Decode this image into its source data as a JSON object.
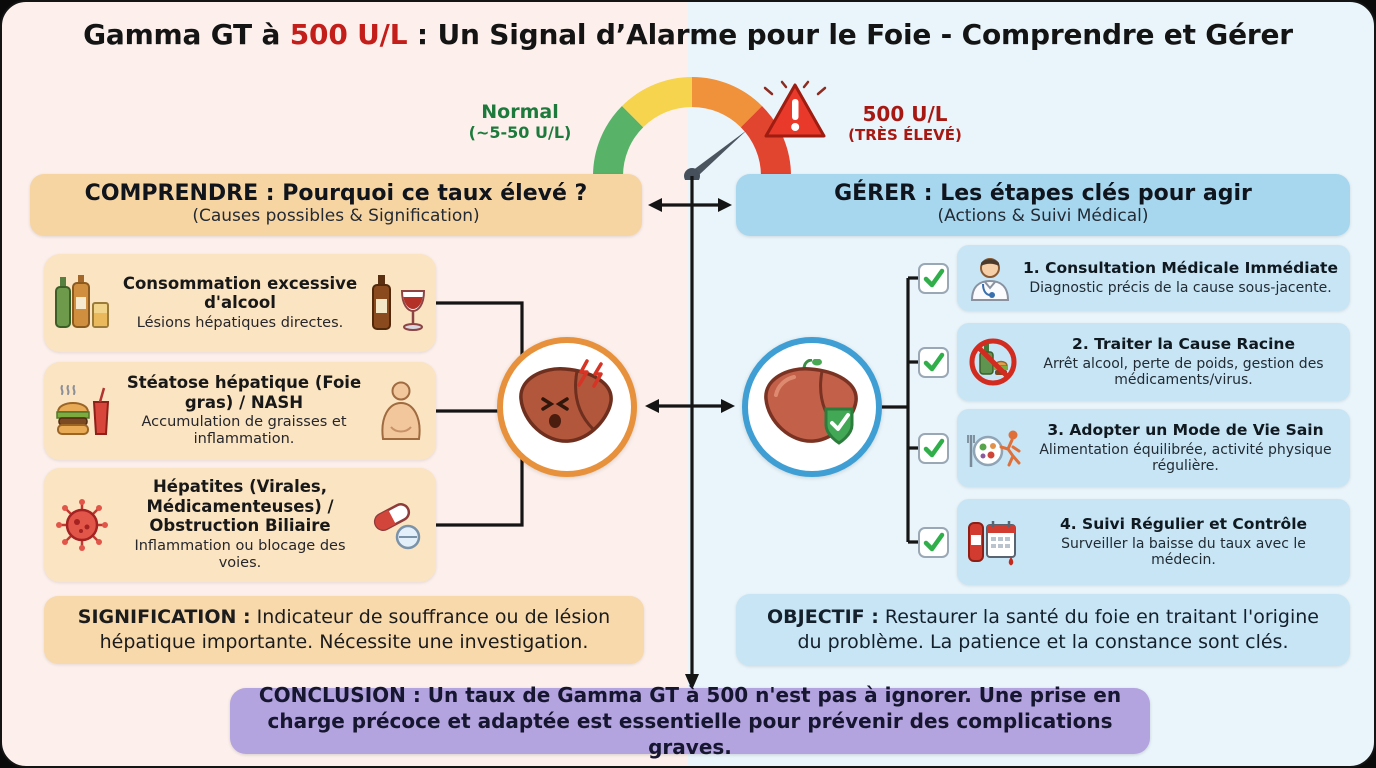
{
  "title": {
    "prefix": "Gamma GT à ",
    "highlight": "500 U/L",
    "suffix": " : Un Signal d’Alarme pour le Foie - Comprendre et Gérer"
  },
  "gauge": {
    "normal_label": "Normal",
    "normal_range": "(~5-50 U/L)",
    "alert_value": "500 U/L",
    "alert_status": "(TRÈS ÉLEVÉ)"
  },
  "comprendre": {
    "header_title": "COMPRENDRE : Pourquoi ce taux élevé ?",
    "header_subtitle": "(Causes possibles & Signification)",
    "causes": [
      {
        "title": "Consommation excessive d'alcool",
        "desc": "Lésions hépatiques directes."
      },
      {
        "title": "Stéatose hépatique (Foie gras) / NASH",
        "desc": "Accumulation de graisses et inflammation."
      },
      {
        "title": "Hépatites (Virales, Médicamenteuses) / Obstruction Biliaire",
        "desc": "Inflammation ou blocage des voies."
      }
    ],
    "signification_label": "SIGNIFICATION :",
    "signification_text": " Indicateur de souffrance ou de lésion hépatique importante. Nécessite une investigation."
  },
  "gerer": {
    "header_title": "GÉRER : Les étapes clés pour agir",
    "header_subtitle": "(Actions & Suivi Médical)",
    "steps": [
      {
        "title": "1. Consultation Médicale Immédiate",
        "desc": "Diagnostic précis de la cause sous-jacente."
      },
      {
        "title": "2. Traiter la Cause Racine",
        "desc": "Arrêt alcool, perte de poids, gestion des médicaments/virus."
      },
      {
        "title": "3. Adopter un Mode de Vie Sain",
        "desc": "Alimentation équilibrée, activité physique régulière."
      },
      {
        "title": "4. Suivi Régulier et Contrôle",
        "desc": "Surveiller la baisse du taux avec le médecin."
      }
    ],
    "objectif_label": "OBJECTIF :",
    "objectif_text": " Restaurer la santé du foie en traitant l'origine du problème. La patience et la constance sont clés."
  },
  "conclusion": {
    "label": "CONCLUSION :",
    "text": " Un taux de Gamma GT à 500 n'est pas à ignorer. Une prise en charge précoce et adaptée est essentielle pour prévenir des complications graves."
  },
  "colors": {
    "left_bg": "#fdf0ec",
    "right_bg": "#e9f5fb",
    "peach_header": "#f7d5a2",
    "peach_card": "#fbe4c2",
    "blue_header": "#a6d7ef",
    "blue_card": "#c7e5f5",
    "conclusion_bg": "#b3a3de",
    "alert_red": "#c41e1a",
    "normal_green": "#1e7a3c",
    "gauge_green": "#58b368",
    "gauge_yellow": "#f6d44d",
    "gauge_orange": "#f0913b",
    "gauge_red": "#e2452f",
    "check_green": "#2fae4a"
  }
}
